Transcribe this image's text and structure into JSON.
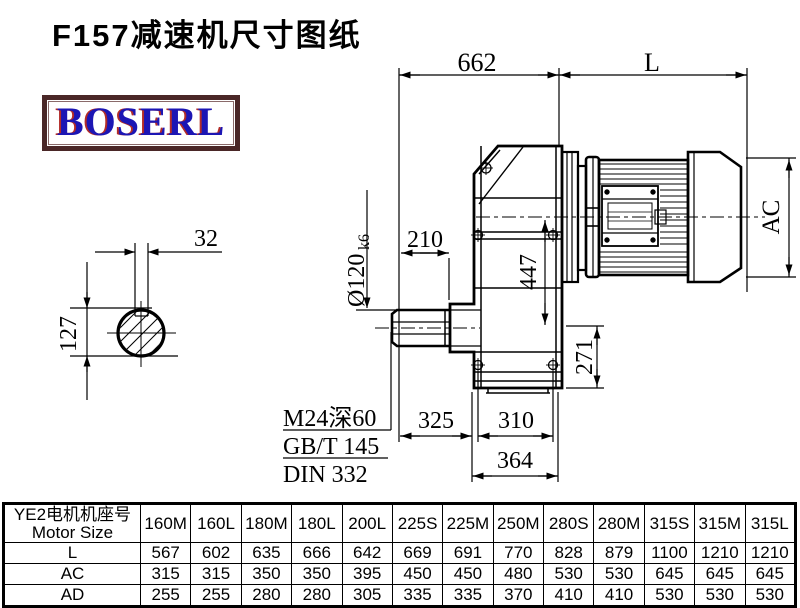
{
  "page": {
    "title": "F157减速机尺寸图纸",
    "logo": "BOSERL"
  },
  "drawing": {
    "section_view": {
      "key_width": "32",
      "key_height": "127"
    },
    "dims": {
      "top_width": "662",
      "motor_length": "L",
      "dim_210": "210",
      "shaft_dia": "Ø120",
      "shaft_dia_tol": "k6",
      "dim_447": "447",
      "motor_height": "AC",
      "dim_271": "271",
      "dim_325": "325",
      "dim_310": "310",
      "dim_364": "364",
      "tap_note": "M24深60",
      "std_note1": "GB/T 145",
      "std_note2": "DIN 332"
    }
  },
  "table": {
    "header_label_line1": "YE2电机机座号",
    "header_label_line2": "Motor Size",
    "columns": [
      "160M",
      "160L",
      "180M",
      "180L",
      "200L",
      "225S",
      "225M",
      "250M",
      "280S",
      "280M",
      "315S",
      "315M",
      "315L"
    ],
    "rows": [
      {
        "label": "L",
        "values": [
          "567",
          "602",
          "635",
          "666",
          "642",
          "669",
          "691",
          "770",
          "828",
          "879",
          "1100",
          "1210",
          "1210"
        ]
      },
      {
        "label": "AC",
        "values": [
          "315",
          "315",
          "350",
          "350",
          "395",
          "450",
          "450",
          "480",
          "530",
          "530",
          "645",
          "645",
          "645"
        ]
      },
      {
        "label": "AD",
        "values": [
          "255",
          "255",
          "280",
          "280",
          "305",
          "335",
          "335",
          "370",
          "410",
          "410",
          "530",
          "530",
          "530"
        ]
      }
    ]
  },
  "colors": {
    "line": "#000000",
    "logo_text": "#1c16b4",
    "logo_border": "#4a2727"
  }
}
